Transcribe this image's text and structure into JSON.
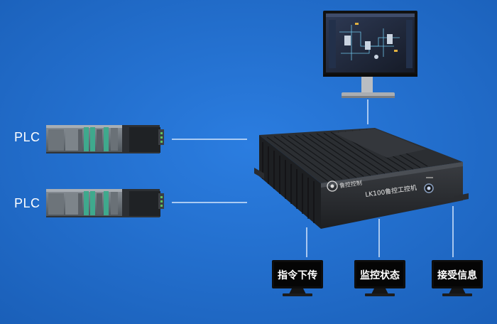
{
  "colors": {
    "background": "#1f6fd0",
    "line": "#d6e6fb",
    "device": "#1c1d1f"
  },
  "plc_labels": [
    "PLC",
    "PLC"
  ],
  "ipc": {
    "brand": "鲁控控制",
    "model": "LK100鲁控工控机"
  },
  "monitors": [
    "指令下传",
    "监控状态",
    "接受信息"
  ]
}
